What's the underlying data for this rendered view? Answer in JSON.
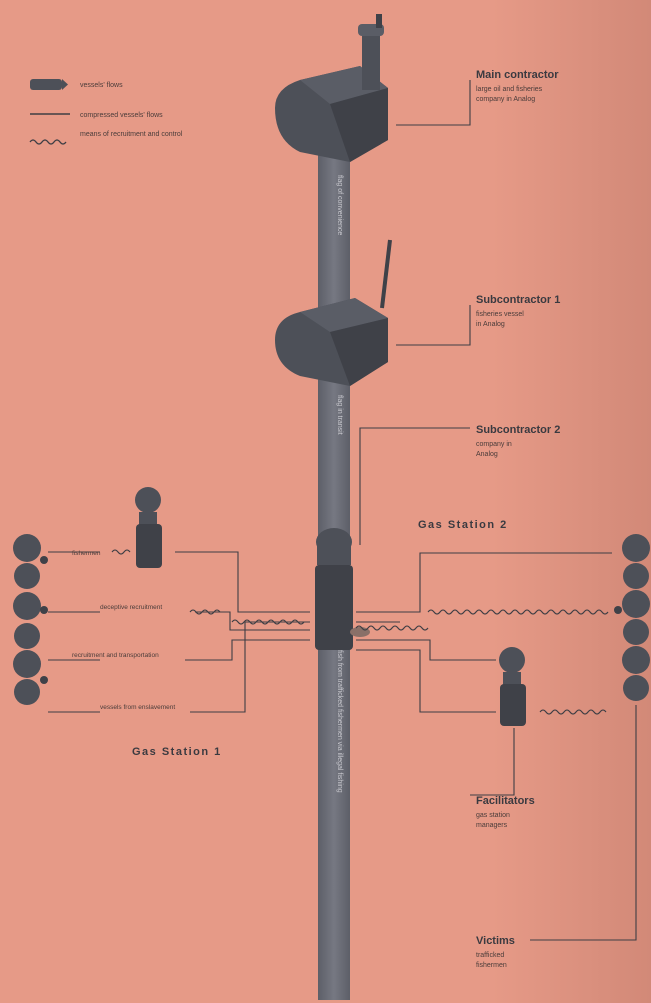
{
  "legend": [
    {
      "icon": "dark-arrow-icon",
      "text": "vessels' flows"
    },
    {
      "icon": "thin-line-icon",
      "text": "compressed vessels' flows"
    },
    {
      "icon": "wave-line-icon",
      "text": "means of recruitment and control"
    }
  ],
  "nodes": {
    "main_contractor": {
      "title": "Main contractor",
      "sub1": "large oil and fisheries",
      "sub2": "company in Analog"
    },
    "subcontractor1": {
      "title": "Subcontractor 1",
      "sub1": "fisheries vessel",
      "sub2": "in Analog"
    },
    "subcontractor2": {
      "title": "Subcontractor 2",
      "sub1": "company in",
      "sub2": "Analog"
    },
    "facilitators": {
      "title": "Facilitators",
      "sub1": "gas station",
      "sub2": "managers"
    },
    "victims": {
      "title": "Victims",
      "sub1": "trafficked",
      "sub2": "fishermen"
    }
  },
  "stations": {
    "gs1": "Gas Station 1",
    "gs2": "Gas Station 2"
  },
  "left_flows": [
    "fishermen",
    "deceptive recruitment",
    "recruitment and transportation",
    "vessels from enslavement"
  ],
  "pole_labels": [
    "flag of convenience",
    "flag in transit",
    "fish from trafficked fishermen via illegal fishing"
  ],
  "colors": {
    "background": "#e69a87",
    "machine": "#4d5058",
    "machine_dark": "#3f4148",
    "pole": "#6d6f78",
    "line": "#3e3e44",
    "text_dark": "#3a3a40"
  }
}
